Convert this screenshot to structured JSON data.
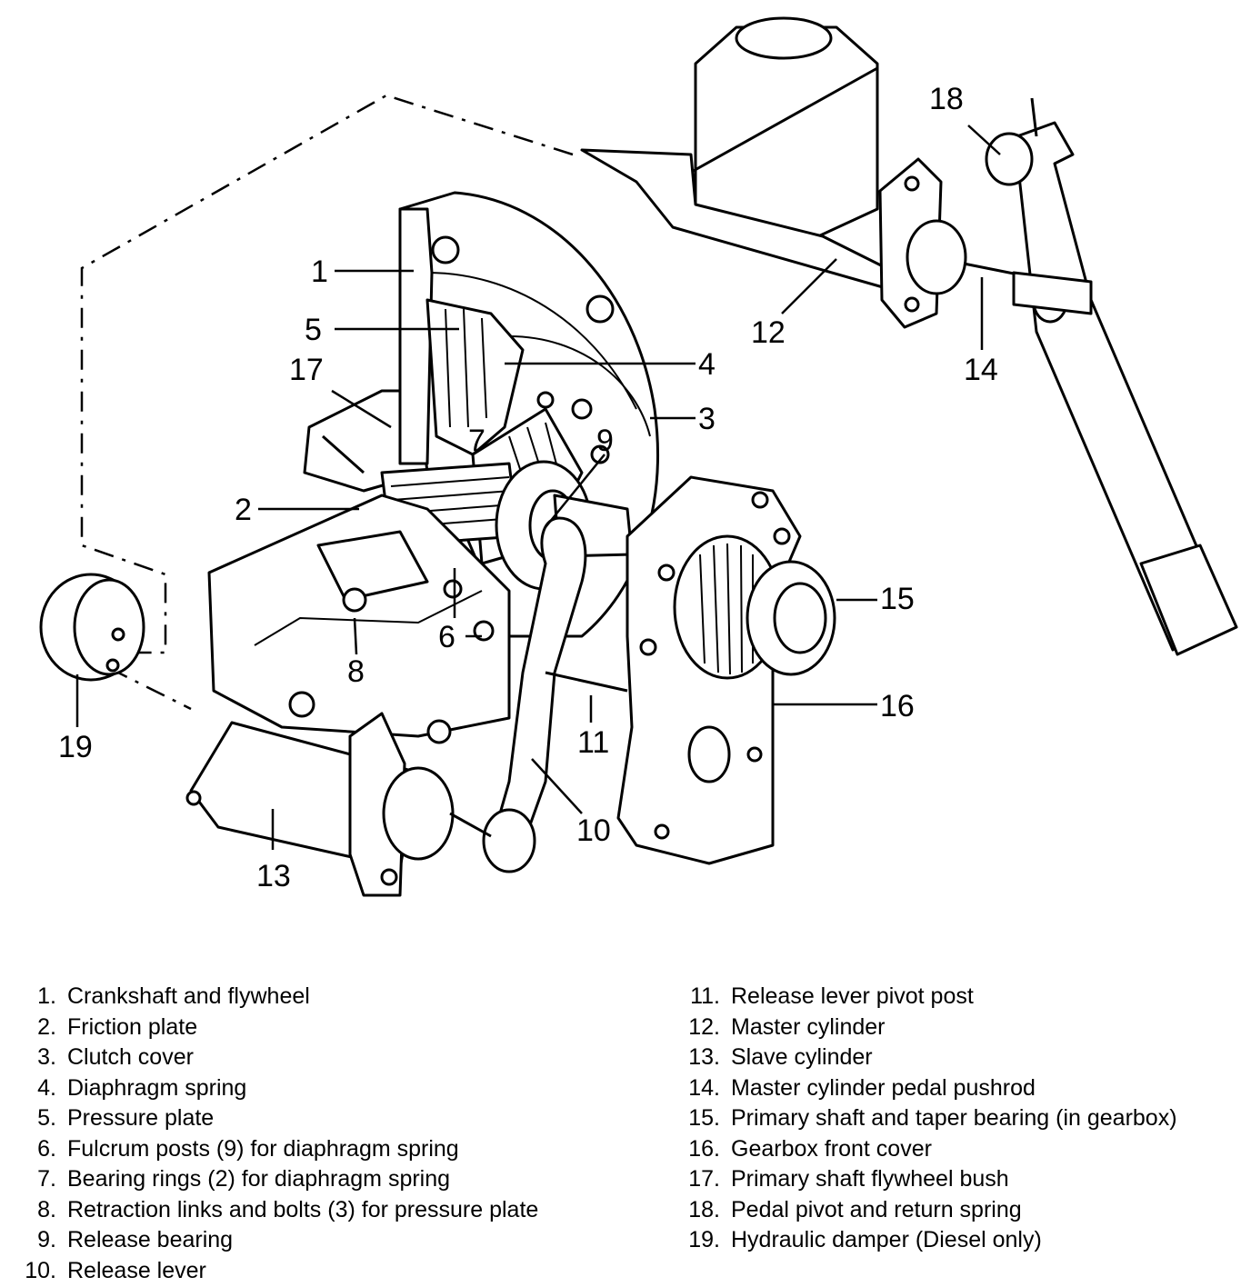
{
  "callouts": {
    "c1": "1",
    "c2": "2",
    "c3": "3",
    "c4": "4",
    "c5": "5",
    "c6": "6",
    "c7": "7",
    "c8": "8",
    "c9": "9",
    "c10": "10",
    "c11": "11",
    "c12": "12",
    "c13": "13",
    "c14": "14",
    "c15": "15",
    "c16": "16",
    "c17": "17",
    "c18": "18",
    "c19": "19"
  },
  "legend": {
    "left": [
      {
        "num": "1.",
        "text": "Crankshaft and flywheel"
      },
      {
        "num": "2.",
        "text": "Friction plate"
      },
      {
        "num": "3.",
        "text": "Clutch cover"
      },
      {
        "num": "4.",
        "text": "Diaphragm spring"
      },
      {
        "num": "5.",
        "text": "Pressure plate"
      },
      {
        "num": "6.",
        "text": "Fulcrum posts (9) for diaphragm spring"
      },
      {
        "num": "7.",
        "text": "Bearing rings (2) for diaphragm spring"
      },
      {
        "num": "8.",
        "text": "Retraction links and bolts (3) for pressure plate"
      },
      {
        "num": "9.",
        "text": "Release bearing"
      },
      {
        "num": "10.",
        "text": "Release lever"
      }
    ],
    "right": [
      {
        "num": "11.",
        "text": "Release lever pivot post"
      },
      {
        "num": "12.",
        "text": "Master cylinder"
      },
      {
        "num": "13.",
        "text": "Slave cylinder"
      },
      {
        "num": "14.",
        "text": "Master cylinder pedal pushrod"
      },
      {
        "num": "15.",
        "text": "Primary shaft and taper bearing (in gearbox)"
      },
      {
        "num": "16.",
        "text": "Gearbox front cover"
      },
      {
        "num": "17.",
        "text": "Primary shaft flywheel bush"
      },
      {
        "num": "18.",
        "text": "Pedal pivot and return spring"
      },
      {
        "num": "19.",
        "text": "Hydraulic damper (Diesel only)"
      }
    ]
  }
}
